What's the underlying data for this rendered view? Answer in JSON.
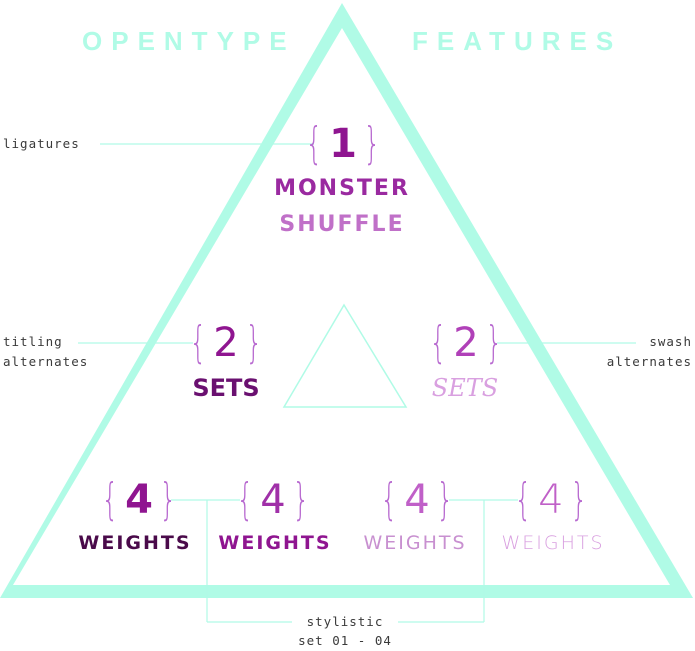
{
  "title": {
    "left": "OPENTYPE",
    "right": "FEATURES"
  },
  "colors": {
    "accent": "#b0fbe6",
    "purple_dark": "#4a0a4a",
    "purple": "#8f1590",
    "purple_mid": "#b040b8",
    "purple_light": "#d9a0e0",
    "label_text": "#3a3a3a"
  },
  "features": {
    "ligatures": {
      "label": "ligatures",
      "count": "1",
      "samples": [
        "MONSTER",
        "SHUFFLE"
      ]
    },
    "titling_alternates": {
      "label_line1": "titling",
      "label_line2": "alternates",
      "count": "2",
      "sample": "SETS"
    },
    "swash_alternates": {
      "label_line1": "swash",
      "label_line2": "alternates",
      "count": "2",
      "sample": "SETS"
    },
    "stylistic_sets": {
      "label_line1": "stylistic",
      "label_line2": "set 01 - 04",
      "items": [
        {
          "count": "4",
          "sample": "WEIGHTS"
        },
        {
          "count": "4",
          "sample": "WEIGHTS"
        },
        {
          "count": "4",
          "sample": "WEIGHTS"
        },
        {
          "count": "4",
          "sample": "WEIGHTS"
        }
      ]
    }
  },
  "braces": {
    "open": "{",
    "close": "}"
  }
}
